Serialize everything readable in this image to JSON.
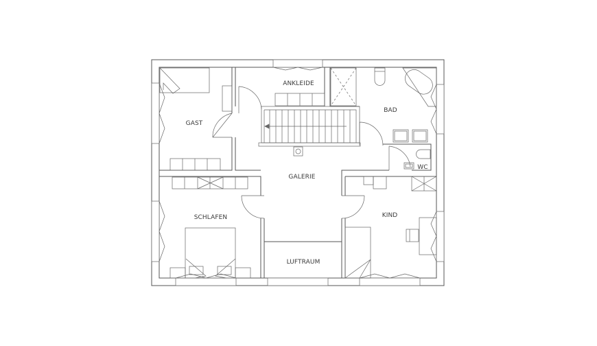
{
  "rooms": {
    "gast": "GAST",
    "ankleide": "ANKLEIDE",
    "bad": "BAD",
    "wc": "WC",
    "galerie": "GALERIE",
    "schlafen": "SCHLAFEN",
    "kind": "KIND",
    "luftraum": "LUFTRAUM"
  }
}
